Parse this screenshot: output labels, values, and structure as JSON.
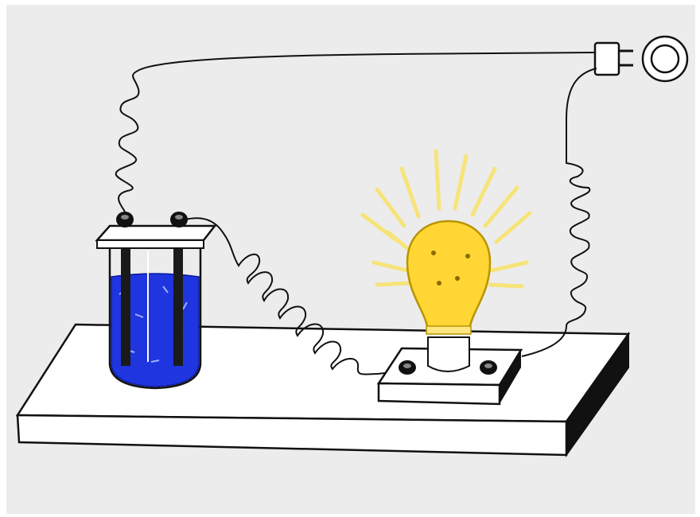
{
  "figure": {
    "subject": "conductivity-test-circuit",
    "components": [
      {
        "name": "beaker-with-electrodes",
        "solution_color": "#1f35e0"
      },
      {
        "name": "light-bulb",
        "state": "lit",
        "bulb_color": "#ffd633"
      },
      {
        "name": "bulb-socket"
      },
      {
        "name": "power-plug"
      },
      {
        "name": "wall-outlet"
      },
      {
        "name": "wooden-base-board"
      }
    ],
    "colors": {
      "background": "#ececec",
      "outline": "#111111",
      "solution": "#1f35e0",
      "bulb": "#ffd633",
      "glow_rays": "#f6e47a",
      "board": "#ffffff"
    }
  }
}
